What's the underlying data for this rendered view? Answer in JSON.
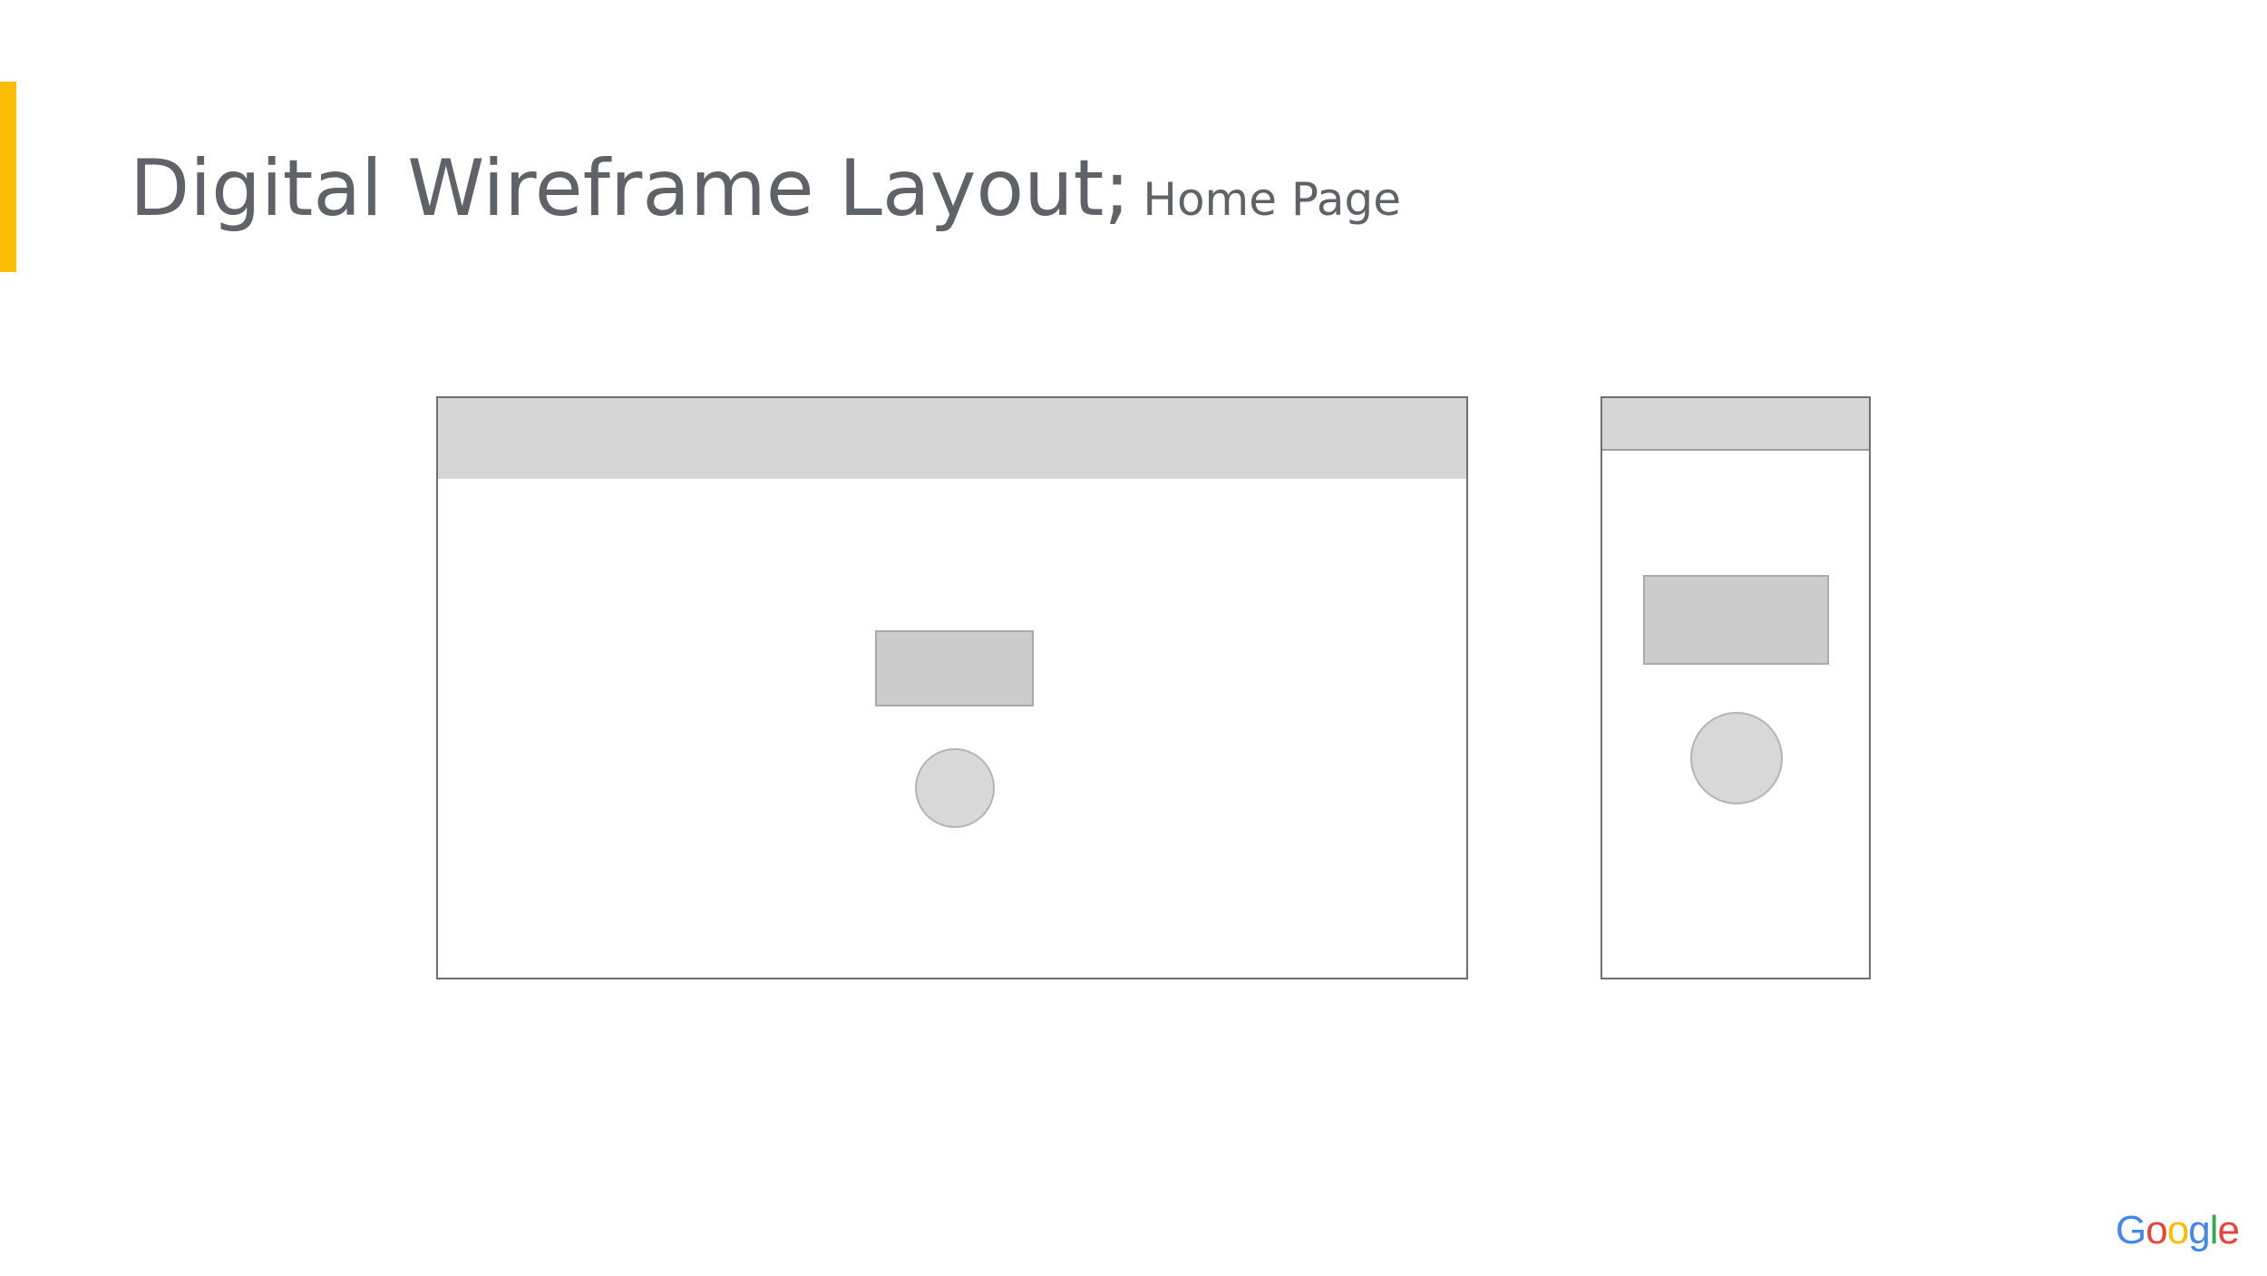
{
  "slide": {
    "title": "Digital Wireframe Layout;",
    "subtitle": "Home Page",
    "title_color": "#5f6368",
    "accent_color": "#fbbc04"
  },
  "diagram": {
    "desktop": {
      "header": "gray bar",
      "content": [
        "rectangle placeholder",
        "circle placeholder"
      ]
    },
    "mobile": {
      "header": "gray bar",
      "content": [
        "rectangle placeholder",
        "circle placeholder"
      ]
    }
  },
  "logo": {
    "text": "Google",
    "letters": [
      {
        "char": "G",
        "color": "#4285f4"
      },
      {
        "char": "o",
        "color": "#ea4335"
      },
      {
        "char": "o",
        "color": "#fbbc05"
      },
      {
        "char": "g",
        "color": "#4285f4"
      },
      {
        "char": "l",
        "color": "#34a853"
      },
      {
        "char": "e",
        "color": "#ea4335"
      }
    ]
  }
}
